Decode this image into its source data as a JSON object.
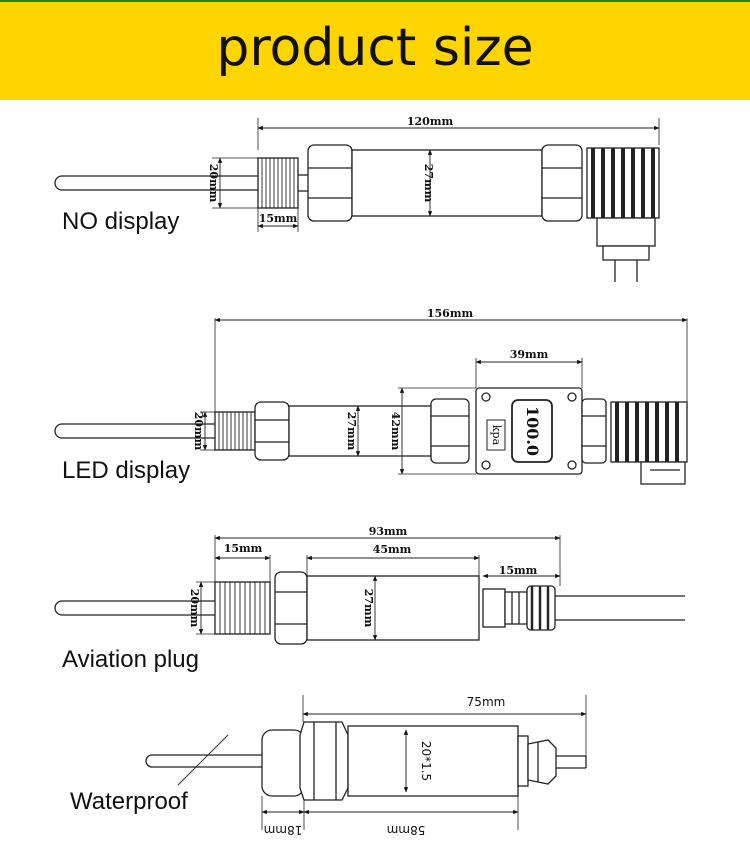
{
  "header": {
    "title": "product size"
  },
  "variants": [
    {
      "label": "NO display",
      "dims": {
        "total": "120mm",
        "thread_dia": "20mm",
        "thread_len": "15mm",
        "body_dia": "27mm"
      }
    },
    {
      "label": "LED display",
      "dims": {
        "total": "156mm",
        "display_width": "39mm",
        "thread_dia": "20mm",
        "body_dia": "27mm",
        "display_height": "42mm"
      },
      "display": {
        "reading": "100.0",
        "unit": "kpa"
      }
    },
    {
      "label": "Aviation plug",
      "dims": {
        "total": "93mm",
        "thread_len": "15mm",
        "body_len": "45mm",
        "plug_len": "15mm",
        "thread_dia": "20mm",
        "body_dia": "27mm"
      }
    },
    {
      "label": "Waterproof",
      "dims": {
        "total": "75mm",
        "thread": "20*1.5",
        "hex_len": "18mm",
        "body_len": "58mm"
      }
    }
  ]
}
